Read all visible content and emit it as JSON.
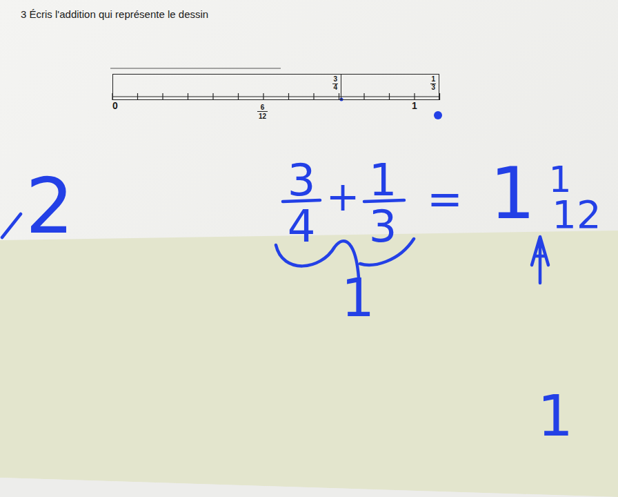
{
  "diagram": {
    "title": "3 Écris l'addition qui représente le dessin",
    "nodes": [
      {
        "text": [
          "3",
          "4"
        ]
      },
      {
        "text": [
          "1",
          "3"
        ]
      }
    ],
    "labels": [
      "0",
      "6",
      "12",
      "1",
      "2",
      "3",
      "4",
      "+",
      "1",
      "3",
      "=",
      "1",
      "1",
      "12",
      "1",
      "1"
    ]
  }
}
